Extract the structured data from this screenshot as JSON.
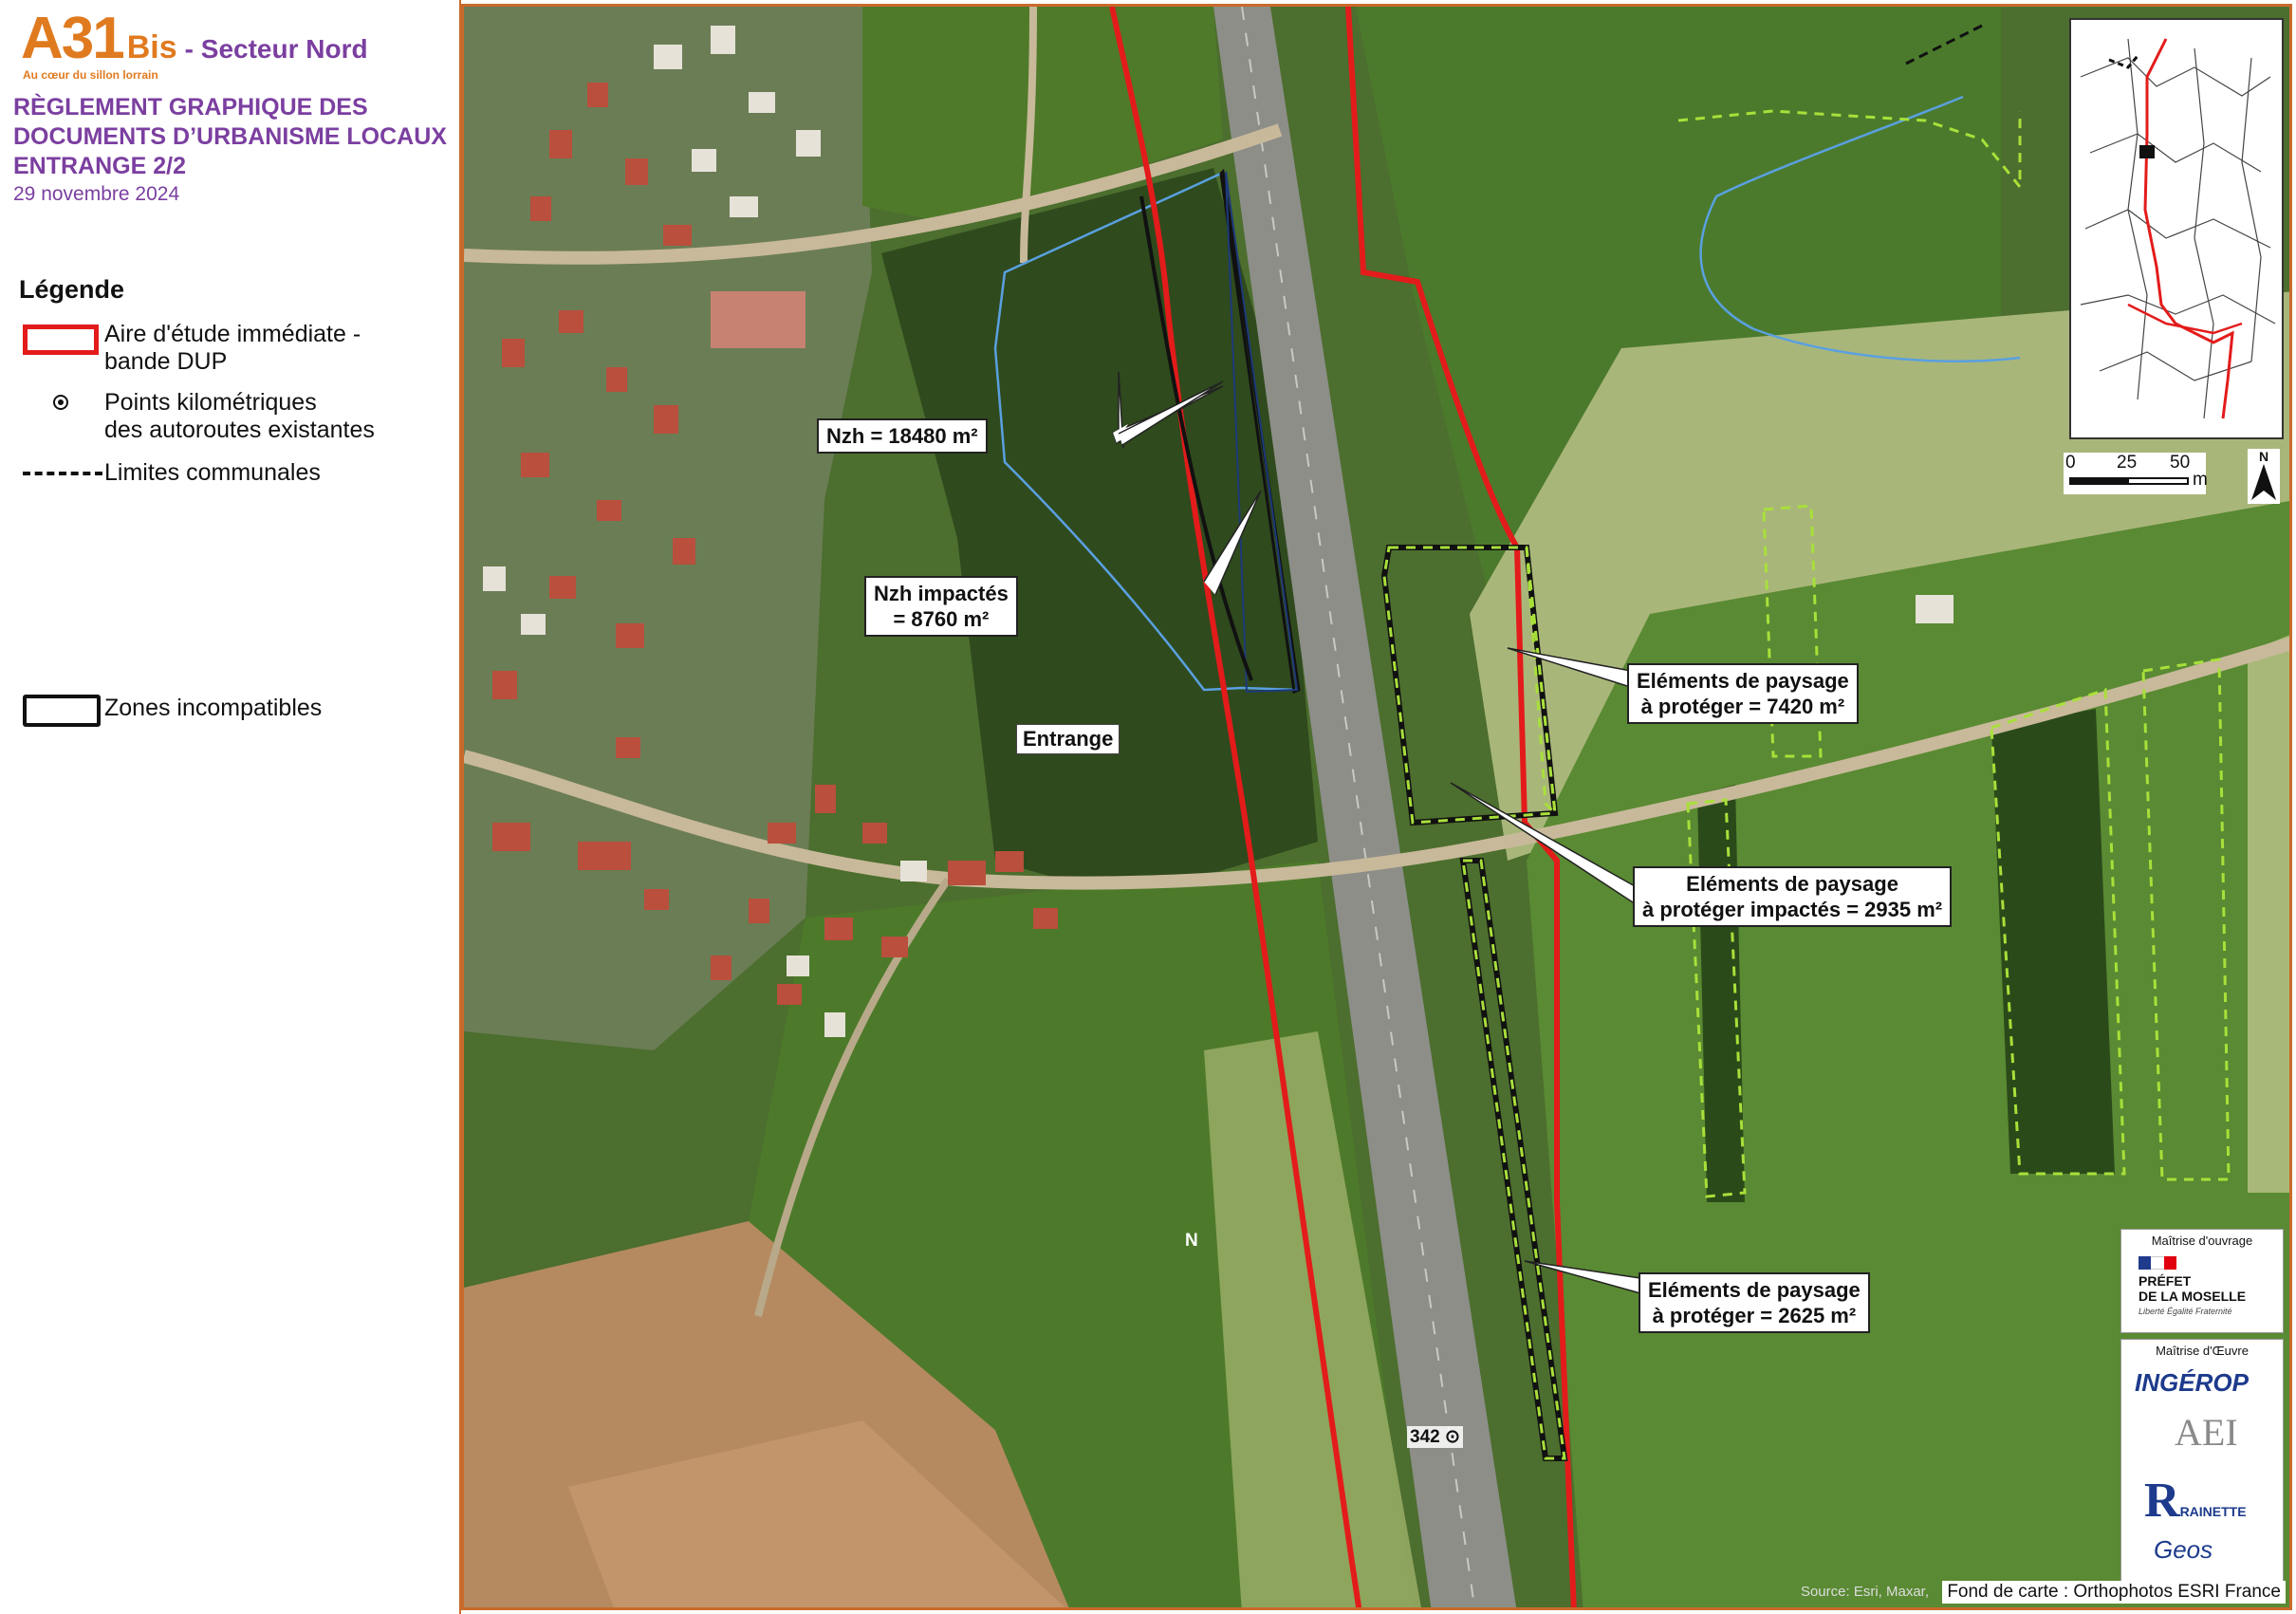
{
  "header": {
    "logo_main": "A31",
    "logo_bis": "Bis",
    "sector": "- Secteur Nord",
    "tagline": "Au cœur du sillon lorrain",
    "title_line1": "RÈGLEMENT GRAPHIQUE DES",
    "title_line2": "DOCUMENTS D’URBANISME LOCAUX",
    "title_line3": "ENTRANGE   2/2",
    "date": "29 novembre 2024"
  },
  "legend": {
    "title": "Légende",
    "items": [
      {
        "label": "Aire d'étude immédiate -",
        "label2": "bande DUP",
        "symbol": "red-rectangle"
      },
      {
        "label": "Points kilométriques",
        "label2": "des autoroutes existantes",
        "symbol": "circled-point"
      },
      {
        "label": "Limites communales",
        "label2": "",
        "symbol": "dashed-line"
      },
      {
        "label": "Zones incompatibles",
        "label2": "",
        "symbol": "black-rectangle"
      }
    ]
  },
  "map": {
    "callouts": [
      {
        "line1": "Nzh = 18480 m²",
        "line2": ""
      },
      {
        "line1": "Nzh impactés",
        "line2": "= 8760 m²"
      },
      {
        "line1": "Eléments de paysage",
        "line2": "à protéger = 7420 m²"
      },
      {
        "line1": "Eléments de paysage",
        "line2": "à protéger impactés = 2935 m²"
      },
      {
        "line1": "Eléments de paysage",
        "line2": "à protéger = 2625 m²"
      }
    ],
    "place_label": "Entrange",
    "pk_label": "342",
    "n_label": "N",
    "scale": {
      "t0": "0",
      "t1": "25",
      "t2": "50",
      "unit": "m"
    },
    "north": "N",
    "colors": {
      "study_area": "#e31b1b",
      "incompatible": "#111111",
      "landscape": "#a8e03a",
      "wetland": "#5aa0e0"
    }
  },
  "credits": {
    "moa_title": "Maîtrise d'ouvrage",
    "prefet_line1": "PRÉFET",
    "prefet_line2": "DE LA MOSELLE",
    "prefet_motto": "Liberté Égalité Fraternité",
    "moe_title": "Maîtrise d'Œuvre",
    "ingerop": "INGÉROP",
    "aei": "AEI",
    "rainette": "RAINETTE",
    "geos": "Geos",
    "source": "Source: Esri, Maxar,",
    "fond": "Fond de carte : Orthophotos ESRI France"
  }
}
